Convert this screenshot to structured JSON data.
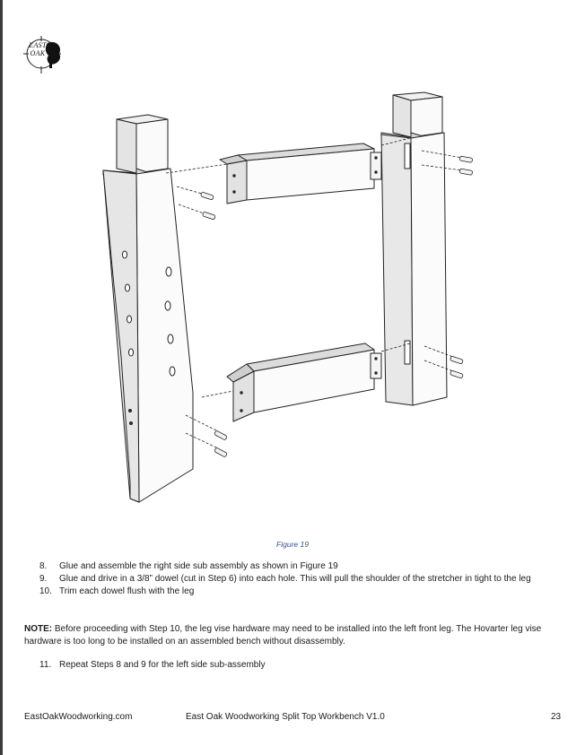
{
  "logo": {
    "line1": "EAST",
    "line2": "OAK"
  },
  "figure": {
    "caption": "Figure 19"
  },
  "steps": [
    {
      "num": "8.",
      "text": "Glue and assemble the right side sub assembly as shown in Figure 19"
    },
    {
      "num": "9.",
      "text": "Glue and drive in a 3/8” dowel (cut in Step 6) into each hole. This will pull the shoulder of the stretcher in tight to the leg"
    },
    {
      "num": "10.",
      "text": "Trim each dowel flush with the leg"
    }
  ],
  "note": {
    "label": "NOTE:",
    "text": " Before proceeding with Step 10, the leg vise hardware may need to be installed into the left front leg. The Hovarter leg vise hardware is too long to be installed on an assembled bench without disassembly."
  },
  "steps2": [
    {
      "num": "11.",
      "text": "Repeat Steps 8 and 9 for the left side sub-assembly"
    }
  ],
  "footer": {
    "left": "EastOakWoodworking.com",
    "center": "East Oak Woodworking Split Top Workbench V1.0",
    "page": "23"
  }
}
